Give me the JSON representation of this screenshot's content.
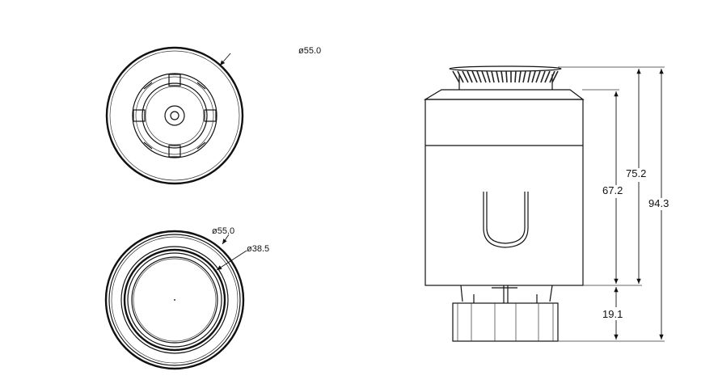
{
  "drawing": {
    "top_view": {
      "diameter_label": "ø55.0"
    },
    "bottom_view": {
      "outer_diameter_label": "ø55.0",
      "inner_diameter_label": "ø38.5"
    },
    "side_view": {
      "body_height_label": "67.2",
      "height_without_adapter_label": "75.2",
      "total_height_label": "94.3",
      "adapter_height_label": "19.1"
    }
  }
}
